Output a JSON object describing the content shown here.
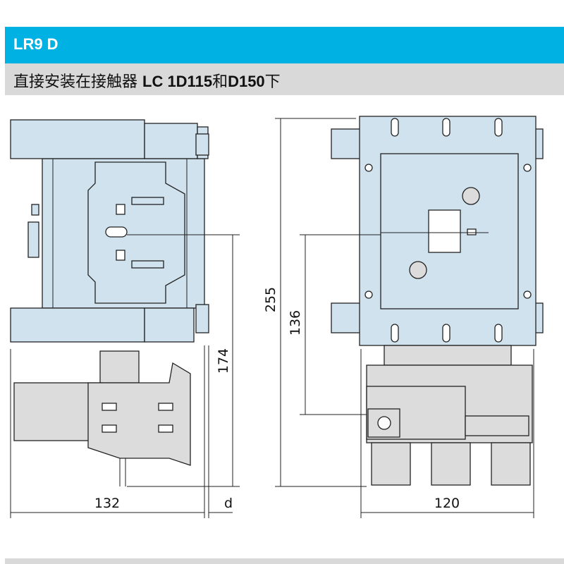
{
  "header": {
    "title": "LR9 D"
  },
  "subtitle": {
    "text": "直接安装在接触器 ",
    "model": "LC 1D115",
    "conj": "和",
    "model2": "D150",
    "suffix": "下"
  },
  "dimensions": {
    "width_side": "132",
    "d": "d",
    "height_total": "255",
    "height_mid": "136",
    "height_relay": "174",
    "width_front": "120"
  }
}
